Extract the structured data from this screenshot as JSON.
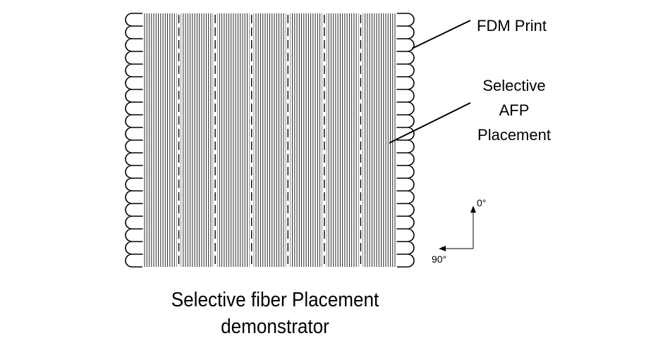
{
  "labels": {
    "fdm": "FDM Print",
    "afp_line1": "Selective",
    "afp_line2": "AFP",
    "afp_line3": "Placement"
  },
  "axes": {
    "zero": "0°",
    "ninety": "90°"
  },
  "caption": {
    "line1": "Selective fiber Placement",
    "line2": "demonstrator"
  }
}
